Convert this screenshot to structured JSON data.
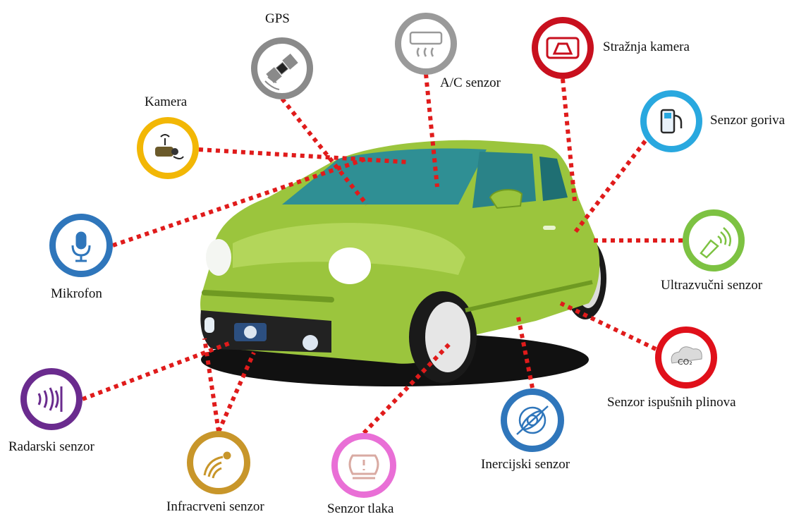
{
  "sensors": {
    "gps": {
      "label": "GPS",
      "color": "#8a8a8a"
    },
    "ac": {
      "label": "A/C senzor",
      "color": "#9a9a9a"
    },
    "rear_cam": {
      "label": "Stražnja kamera",
      "color": "#c8101e"
    },
    "fuel": {
      "label": "Senzor goriva",
      "color": "#29a8df"
    },
    "camera": {
      "label": "Kamera",
      "color": "#f2b705"
    },
    "mic": {
      "label": "Mikrofon",
      "color": "#2f76bb"
    },
    "ultra": {
      "label": "Ultrazvučni senzor",
      "color": "#7dc242"
    },
    "exhaust": {
      "label": "Senzor ispušnih plinova",
      "color": "#e0101a"
    },
    "radar": {
      "label": "Radarski senzor",
      "color": "#6a2b8e"
    },
    "infrared": {
      "label": "Infracrveni senzor",
      "color": "#c8962a"
    },
    "pressure": {
      "label": "Senzor tlaka",
      "color": "#e96fd6"
    },
    "inertial": {
      "label": "Inercijski senzor",
      "color": "#2f76bb"
    }
  },
  "colors": {
    "car_body": "#9bc53d",
    "car_dark": "#6f9a22",
    "window": "#2f8f94",
    "dots": "#e01b1b"
  }
}
